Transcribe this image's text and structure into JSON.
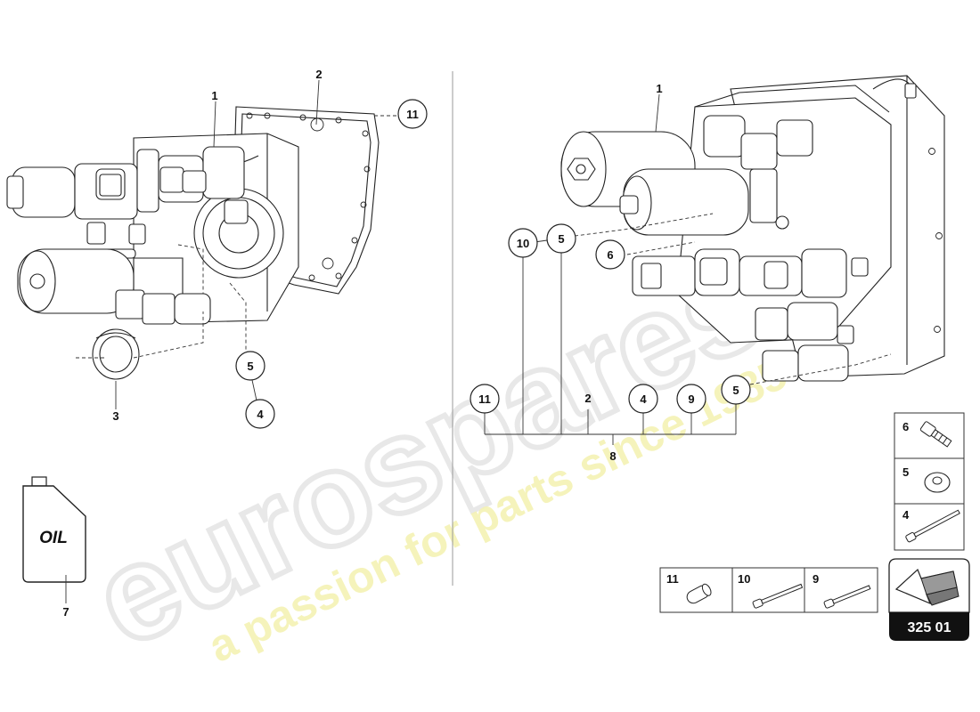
{
  "callouts": {
    "left_1": "1",
    "left_2": "2",
    "left_3": "3",
    "left_4": "4",
    "left_5": "5",
    "left_11": "11",
    "oil_7": "7",
    "right_1": "1",
    "right_2": "2",
    "right_4": "4",
    "right_5a": "5",
    "right_5b": "5",
    "right_6": "6",
    "right_8": "8",
    "right_9": "9",
    "right_10": "10",
    "right_11": "11"
  },
  "oil_can_label": "OIL",
  "parts_legend": {
    "vertical": [
      {
        "number": "6",
        "icon": "bolt-short-icon"
      },
      {
        "number": "5",
        "icon": "washer-icon"
      },
      {
        "number": "4",
        "icon": "bolt-long-icon"
      }
    ],
    "horizontal": [
      {
        "number": "11",
        "icon": "sleeve-icon"
      },
      {
        "number": "10",
        "icon": "bolt-icon"
      },
      {
        "number": "9",
        "icon": "bolt-icon"
      }
    ]
  },
  "diagram_code": "325 01",
  "watermark": {
    "brand": "eurospares",
    "tagline": "a passion for parts since 1985"
  },
  "colors": {
    "ink": "#222222",
    "watermark_gray": "#e9e9e9",
    "watermark_yellow": "#f4f2b0",
    "code_bg": "#111111"
  }
}
